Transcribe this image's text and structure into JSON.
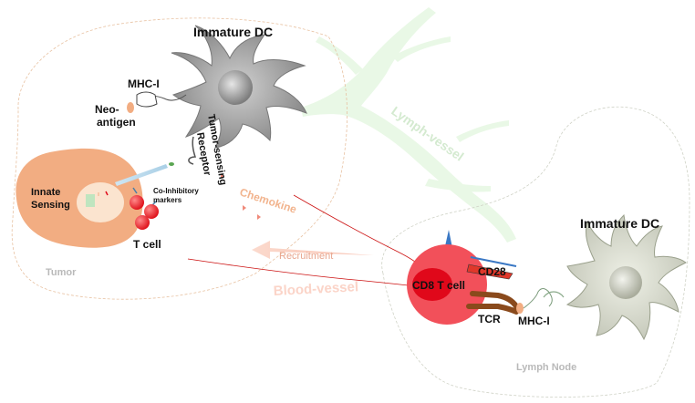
{
  "labels": {
    "immature_dc_top": "Immature DC",
    "mhc_i_top": "MHC-I",
    "neo_antigen_1": "Neo-",
    "neo_antigen_2": "antigen",
    "tumor_sensing_1": "Tumor-sensing",
    "tumor_sensing_2": "Receptor",
    "lymph_vessel": "Lymph-vessel",
    "innate_1": "Innate",
    "innate_2": "Sensing",
    "co_inhibitory_1": "Co-Inhibitory",
    "co_inhibitory_2": "markers",
    "chemokine": "Chemokine",
    "t_cell": "T cell",
    "recruitment": "Recruitment",
    "tumor": "Tumor",
    "blood_vessel": "Blood-vessel",
    "cd8_t_cell": "CD8 T cell",
    "cd28": "CD28",
    "tcr": "TCR",
    "mhc_i_bottom": "MHC-I",
    "immature_dc_right": "Immature DC",
    "lymph_node": "Lymph Node"
  },
  "colors": {
    "tumor_cell": "#f2ad82",
    "tumor_nucleus": "#fbe4cf",
    "dc_grey": "#a9a9a9",
    "dc_pale": "#d9dccf",
    "cd8_cell": "#f2505a",
    "cd8_nucleus": "#e0081a",
    "lymph_vessel": "#e9f8e6",
    "blood_line": "#cc1111",
    "tcr_brown": "#8a4a1c",
    "cd28_red": "#e0372a"
  }
}
